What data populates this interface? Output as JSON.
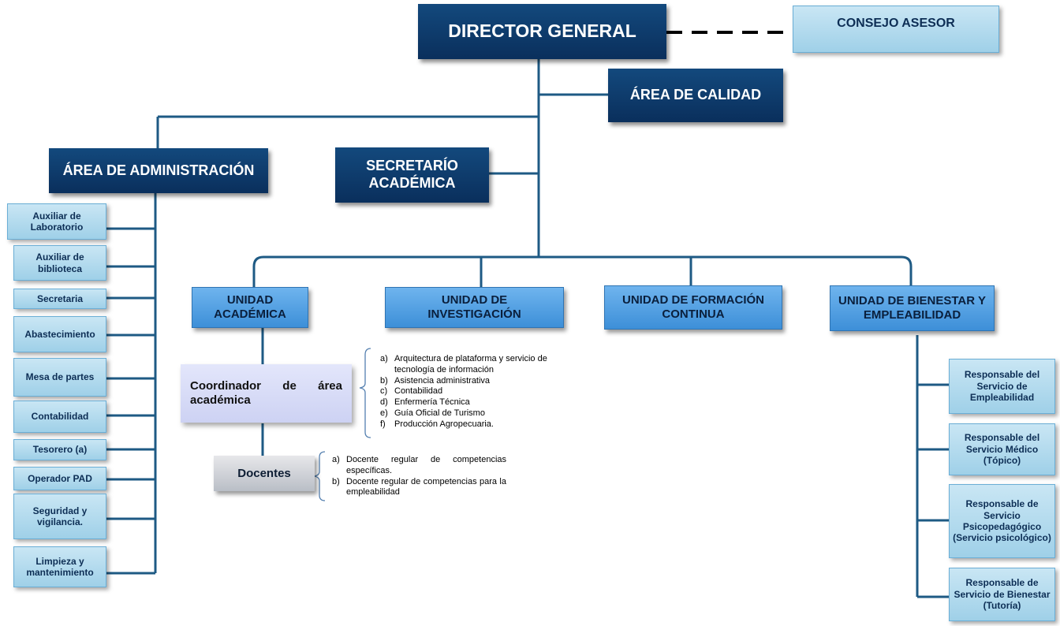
{
  "director": "DIRECTOR GENERAL",
  "consejo": "CONSEJO ASESOR",
  "calidad": "ÁREA DE CALIDAD",
  "administracion": {
    "title": "ÁREA DE ADMINISTRACIÓN",
    "items": [
      "Auxiliar de Laboratorio",
      "Auxiliar de biblioteca",
      "Secretaria",
      "Abastecimiento",
      "Mesa de partes",
      "Contabilidad",
      "Tesorero (a)",
      "Operador PAD",
      "Seguridad y vigilancia.",
      "Limpieza y mantenimiento"
    ]
  },
  "secretario": "SECRETARÍO ACADÉMICA",
  "units": [
    "UNIDAD ACADÉMICA",
    "UNIDAD DE INVESTIGACIÓN",
    "UNIDAD DE FORMACIÓN CONTINUA",
    "UNIDAD DE BIENESTAR Y EMPLEABILIDAD"
  ],
  "coordinador": "Coordinador de área académica",
  "programas": [
    {
      "m": "a)",
      "t": "Arquitectura de plataforma y servicio de tecnología de información"
    },
    {
      "m": "b)",
      "t": "Asistencia administrativa"
    },
    {
      "m": "c)",
      "t": "Contabilidad"
    },
    {
      "m": "d)",
      "t": "Enfermería Técnica"
    },
    {
      "m": "e)",
      "t": "Guía Oficial de Turismo"
    },
    {
      "m": "f)",
      "t": "Producción Agropecuaria."
    }
  ],
  "docentes": "Docentes",
  "docentes_tipos": [
    {
      "m": "a)",
      "t": "Docente regular de competencias específicas."
    },
    {
      "m": "b)",
      "t": "Docente regular de competencias para la empleabilidad"
    }
  ],
  "bienestar": [
    "Responsable del Servicio de Empleabilidad",
    "Responsable del Servicio Médico (Tópico)",
    "Responsable de Servicio Psicopedagógico (Servicio psicológico)",
    "Responsable de Servicio de Bienestar (Tutoría)"
  ],
  "colors": {
    "line": "#1e5a84",
    "dark_box": "#0d3b6b",
    "light_box": "#b8def0",
    "unit_box": "#5aa6e8"
  }
}
